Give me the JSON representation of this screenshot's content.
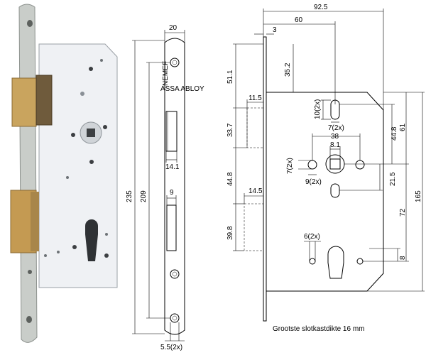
{
  "photo": {
    "faceplate_color": "#c9cdc9",
    "case_color": "#eff1f4",
    "latch_color": "#c9a45e",
    "bolt_color": "#c49a52"
  },
  "front_view": {
    "brand_text": "NEMEF",
    "brand_sub_text": "ASSA ABLOY",
    "dims": {
      "width_top": "20",
      "overall_height": "235",
      "hole_pitch": "209",
      "latch_width": "14.1",
      "bolt_width": "9",
      "screw_holes": "5.5(2x)"
    }
  },
  "side_view": {
    "dims": {
      "total_width": "92.5",
      "backset": "60",
      "faceplate_offset": "3",
      "top_offset": "51.1",
      "spindle_from_top": "35.2",
      "latch_projection": "11.5",
      "latch_height": "33.7",
      "spindle_to_cylinder": "44.8",
      "bolt_projection": "14.5",
      "bolt_height": "39.8",
      "slot_top": "10(2x)",
      "slot_top_width": "7(2x)",
      "follower_spacing": "38",
      "spindle_square": "8.1",
      "follower_height": "44.8",
      "case_upper": "61",
      "side_hole_dia": "7(2x)",
      "side_hole_pitch": "9(2x)",
      "spindle_offset": "21.5",
      "case_height": "165",
      "spindle_to_cyl_height": "72",
      "cyl_hole_dia": "6(2x)",
      "cyl_offset": "8"
    },
    "note": "Grootste slotkastdikte 16 mm"
  }
}
